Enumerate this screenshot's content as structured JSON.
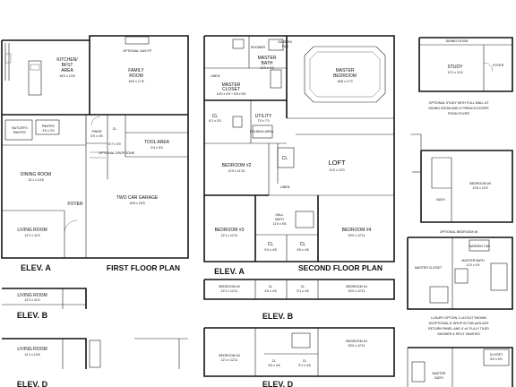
{
  "first_floor": {
    "plan_title": "FIRST FLOOR PLAN",
    "kitchen": {
      "name": [
        "KITCHEN/",
        "BFST",
        "AREA"
      ],
      "dim": "16'0 x 13'6"
    },
    "family": {
      "name": "FAMILY",
      "name2": "ROOM",
      "dim": "16'0 x 17'6"
    },
    "optional_fireplace": "OPTIONAL GAS FP",
    "pantry": {
      "name": "PANTRY",
      "dim": "4'0 x 3'0"
    },
    "butlers": {
      "name": "BUTLER'S",
      "name2": "PANTRY"
    },
    "pwdr": {
      "name": "PWDR",
      "dim": "5'0 x 4'6"
    },
    "closet": "CL",
    "closet_dim": "6'7 x 3'9",
    "optional_drop_zone": "OPTIONAL DROP ZONE",
    "tool_area": {
      "name": "TOOL AREA",
      "dim": "9'4 x 5'4"
    },
    "dining": {
      "name": "DINING ROOM",
      "dim": "12'1 x 13'6"
    },
    "foyer": "FOYER",
    "garage": {
      "name": "TWO CAR GARAGE",
      "dim": "19'8 x 20'8"
    },
    "living": {
      "name": "LIVING ROOM",
      "dim": "12'1 x 11'9"
    },
    "elev_a": "ELEV. A",
    "elev_b_living": {
      "name": "LIVING ROOM",
      "dim": "12'1 x 11'0"
    },
    "elev_b": "ELEV. B",
    "elev_d_living": {
      "name": "LIVING ROOM",
      "dim": "12'1 x 13'6"
    },
    "elev_d": "ELEV. D"
  },
  "second_floor": {
    "plan_title": "SECOND FLOOR PLAN",
    "master_bath": {
      "name": "MASTER",
      "name2": "BATH",
      "dim": "12'0 x 9'2"
    },
    "garden_tub": {
      "name": "GARDEN",
      "name2": "TUB"
    },
    "shower": "SHOWER",
    "linen": "LINEN",
    "master_closet": {
      "name": "MASTER",
      "name2": "CLOSET",
      "dim": "10'0 x 5'5 + 5'5 x 5'5"
    },
    "master_bedroom": {
      "name": "MASTER",
      "name2": "BEDROOM",
      "dim": "18'8 x 17'0"
    },
    "utility": {
      "name": "UTILITY",
      "dim": "7'0 x 7'0"
    },
    "folding_area": "FOLDING AREA",
    "cl_one": {
      "name": "CL",
      "dim": "6'1 x 3'0"
    },
    "bedroom2": {
      "name": "BEDROOM #2",
      "dim": "11'9 x 11'10"
    },
    "cl_two": "CL",
    "loft": {
      "name": "LOFT",
      "dim": "21'0 x 13'0"
    },
    "linen2": "LINEN",
    "bedroom3": {
      "name": "BEDROOM #3",
      "dim": "12'1 x 12'11"
    },
    "hall_bath": {
      "name": "HALL",
      "name2": "BATH",
      "dim": "11'0 x 5'6"
    },
    "bedroom4": {
      "name": "BEDROOM #4",
      "dim": "15'0 x 12'11"
    },
    "cl_three": {
      "name": "CL",
      "dim": "5'4 x 4'6"
    },
    "cl_four": {
      "name": "CL",
      "dim": "4'6 x 4'6"
    },
    "elev_a": "ELEV. A",
    "elev_b": "ELEV. B",
    "elev_b_bed3": {
      "name": "BEDROOM #3",
      "dim": "12'1 x 12'11"
    },
    "elev_b_bed4": {
      "name": "BEDROOM #4",
      "dim": "15'0 x 12'11"
    },
    "elev_b_cl": {
      "name": "CL",
      "dim": "4'6 x 4'6"
    },
    "elev_b_cl2": {
      "name": "CL",
      "dim": "5'1 x 4'6"
    },
    "elev_d": "ELEV. D",
    "elev_d_bed3": {
      "name": "BEDROOM #3",
      "dim": "12'1 x 12'11"
    },
    "elev_d_bed4": {
      "name": "BEDROOM #4",
      "dim": "15'0 x 12'11"
    },
    "elev_d_cl": {
      "name": "CL",
      "dim": "4'6 x 4'6"
    },
    "elev_d_cl2": {
      "name": "CL",
      "dim": "5'1 x 4'6"
    }
  },
  "options": {
    "study": {
      "dining": "DINING ROOM",
      "name": "STUDY",
      "dim": "13'1 x 11'6",
      "foyer": "FOYER"
    },
    "study_caption": [
      "OPTIONAL STUDY WITH FULL WALL AT",
      "DINING ROOM AND 6' FRENCH DOORS",
      "FROM FOYER"
    ],
    "bedroom5": {
      "name": "BEDROOM #5",
      "dim": "12'8 x 12'0",
      "bath": "BATH"
    },
    "bedroom5_caption": "OPTIONAL BEDROOM #5",
    "luxury": {
      "closet": "MASTER CLOSET",
      "bath": "MASTER BATH",
      "bath_dim": "11'0 x 9'4",
      "garden": "GARDEN TUB"
    },
    "luxury_caption": [
      "LUXURY OPTION 1 LAYOUT SHOWN",
      "W/OPTIONAL 8' DROP IN TUB w/GLASS",
      "RETURN PANEL AND 4' x4' FULLY TILED",
      "SHOWER & SPLIT VANITIES"
    ],
    "closet_bottom": {
      "name": "CLOSET",
      "dim": "8'0 x 5'0"
    },
    "master_bottom": {
      "name": "MASTER",
      "name2": "BATH"
    }
  }
}
